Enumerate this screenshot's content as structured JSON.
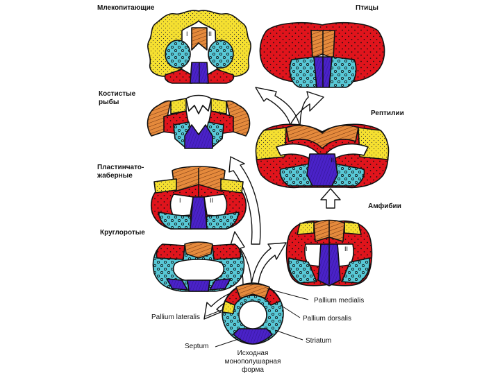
{
  "colors": {
    "pallium_lateralis_yellow": "#f6e030",
    "pallium_dorsalis_red": "#e0141c",
    "pallium_medialis_orange": "#e58a3c",
    "striatum_cyan": "#58c8d6",
    "septum_purple": "#4a22c8",
    "outline": "#111111"
  },
  "group_labels": {
    "mammals": "Млекопитающие",
    "birds": "Птицы",
    "bony_fish": [
      "Костистые",
      "рыбы"
    ],
    "reptiles": "Рептилии",
    "elasmobranchs": [
      "Пластинчато-",
      "жаберные"
    ],
    "amphibians": "Амфибии",
    "cyclostomes": "Круглоротые"
  },
  "region_labels": {
    "pallium_medialis": "Pallium medialis",
    "pallium_lateralis": "Pallium lateralis",
    "pallium_dorsalis": "Pallium dorsalis",
    "septum": "Septum",
    "striatum": "Striatum"
  },
  "origin_label": [
    "Исходная",
    "монополушарная",
    "форма"
  ],
  "numerals": {
    "one": "I",
    "two": "II"
  }
}
